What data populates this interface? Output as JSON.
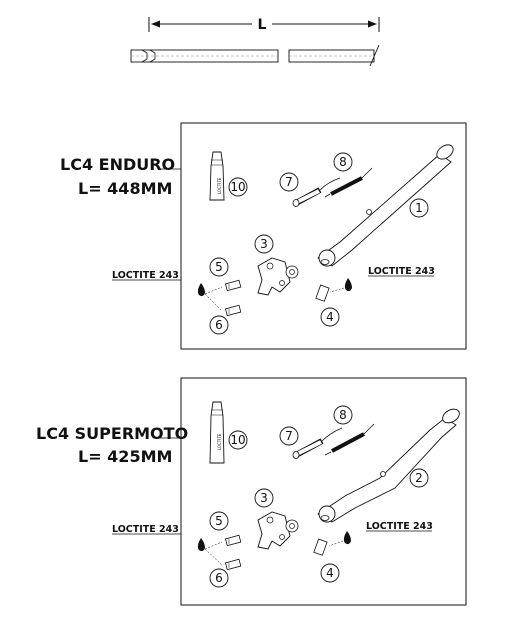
{
  "dimension": {
    "label": "L"
  },
  "panels": [
    {
      "title_line1": "LC4 ENDURO",
      "title_line2": "L= 448MM",
      "callouts": [
        "1",
        "3",
        "4",
        "5",
        "6",
        "7",
        "8",
        "10"
      ],
      "loctite_left": "LOCTITE 243",
      "loctite_right": "LOCTITE 243",
      "tube_label": "LOCTITE"
    },
    {
      "title_line1": "LC4 SUPERMOTO",
      "title_line2": "L= 425MM",
      "callouts": [
        "2",
        "3",
        "4",
        "5",
        "6",
        "7",
        "8",
        "10"
      ],
      "loctite_left": "LOCTITE 243",
      "loctite_right": "LOCTITE 243",
      "tube_label": "LOCTITE"
    }
  ]
}
